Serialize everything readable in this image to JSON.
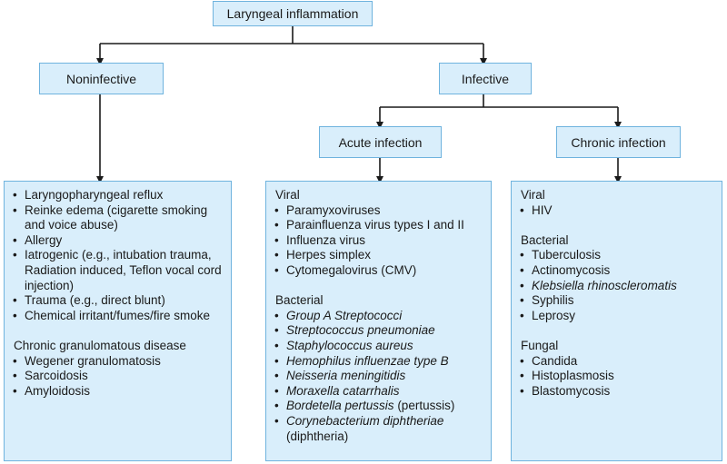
{
  "root": {
    "label": "Laryngeal inflammation"
  },
  "noninfective": {
    "label": "Noninfective",
    "groups": [
      {
        "heading": "",
        "items": [
          {
            "text": "Laryngopharyngeal reflux",
            "italic": false
          },
          {
            "text": "Reinke edema (cigarette smoking and voice abuse)",
            "italic": false
          },
          {
            "text": "Allergy",
            "italic": false
          },
          {
            "text": "Iatrogenic (e.g., intubation trauma, Radiation induced, Teflon vocal cord injection)",
            "italic": false
          },
          {
            "text": "Trauma (e.g., direct blunt)",
            "italic": false
          },
          {
            "text": "Chemical irritant/fumes/fire smoke",
            "italic": false
          }
        ]
      },
      {
        "heading": "Chronic granulomatous disease",
        "items": [
          {
            "text": "Wegener granulomatosis",
            "italic": false
          },
          {
            "text": "Sarcoidosis",
            "italic": false
          },
          {
            "text": "Amyloidosis",
            "italic": false
          }
        ]
      }
    ]
  },
  "infective": {
    "label": "Infective",
    "acute": {
      "label": "Acute infection",
      "groups": [
        {
          "heading": "Viral",
          "items": [
            {
              "text": "Paramyxoviruses",
              "italic": false
            },
            {
              "text": "Parainfluenza virus types I and II",
              "italic": false
            },
            {
              "text": "Influenza virus",
              "italic": false
            },
            {
              "text": "Herpes simplex",
              "italic": false
            },
            {
              "text": "Cytomegalovirus (CMV)",
              "italic": false
            }
          ]
        },
        {
          "heading": "Bacterial",
          "items": [
            {
              "text": "Group A Streptococci",
              "italic": true
            },
            {
              "text": "Streptococcus pneumoniae",
              "italic": true
            },
            {
              "text": "Staphylococcus aureus",
              "italic": true
            },
            {
              "text": "Hemophilus influenzae type B",
              "italic": true
            },
            {
              "text": "Neisseria meningitidis",
              "italic": true
            },
            {
              "text": "Moraxella catarrhalis",
              "italic": true
            },
            {
              "text": "Bordetella pertussis",
              "italic": true,
              "suffix": " (pertussis)"
            },
            {
              "text": "Corynebacterium diphtheriae",
              "italic": true,
              "suffix": " (diphtheria)"
            }
          ]
        }
      ]
    },
    "chronic": {
      "label": "Chronic infection",
      "groups": [
        {
          "heading": "Viral",
          "items": [
            {
              "text": "HIV",
              "italic": false
            }
          ]
        },
        {
          "heading": "Bacterial",
          "items": [
            {
              "text": "Tuberculosis",
              "italic": false
            },
            {
              "text": "Actinomycosis",
              "italic": false
            },
            {
              "text": "Klebsiella rhinoscleromatis",
              "italic": true
            },
            {
              "text": "Syphilis",
              "italic": false
            },
            {
              "text": "Leprosy",
              "italic": false
            }
          ]
        },
        {
          "heading": "Fungal",
          "items": [
            {
              "text": "Candida",
              "italic": false
            },
            {
              "text": "Histoplasmosis",
              "italic": false
            },
            {
              "text": "Blastomycosis",
              "italic": false
            }
          ]
        }
      ]
    }
  },
  "colors": {
    "box_fill": "#d9eefb",
    "box_border": "#6fb3de",
    "line": "#1a1a1a"
  }
}
